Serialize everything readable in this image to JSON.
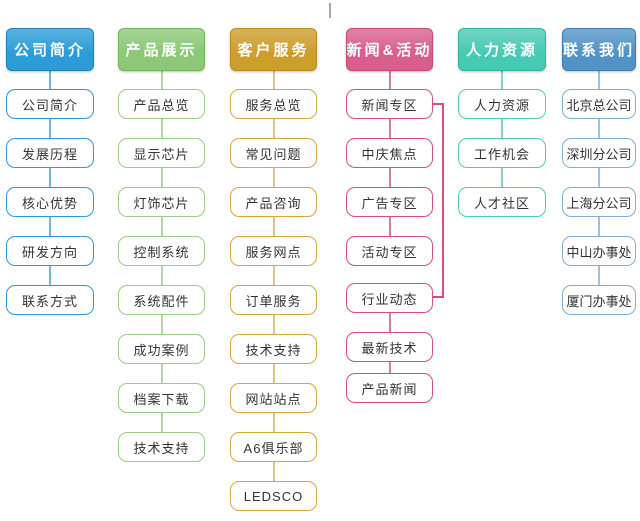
{
  "diagram": {
    "connector_stub_color": "#A8A8A8",
    "news_elbow_color": "#D5507E",
    "columns": [
      {
        "id": "company-profile",
        "header": "公司简介",
        "colors": {
          "header_bg": "#2B9CD8",
          "header_border": "#1F83B8",
          "item_border": "#2E9BD5",
          "line": "#6BBAE4"
        },
        "items": [
          "公司简介",
          "发展历程",
          "核心优势",
          "研发方向",
          "联系方式"
        ]
      },
      {
        "id": "products",
        "header": "产品展示",
        "colors": {
          "header_bg": "#8CC878",
          "header_border": "#74B562",
          "item_border": "#9CCC86",
          "line": "#B4D8A2"
        },
        "items": [
          "产品总览",
          "显示芯片",
          "灯饰芯片",
          "控制系统",
          "系统配件",
          "成功案例",
          "档案下载",
          "技术支持"
        ]
      },
      {
        "id": "customer-service",
        "header": "客户服务",
        "colors": {
          "header_bg": "#CC9E2B",
          "header_border": "#B88C1F",
          "item_border": "#D8A73C",
          "line": "#E2C383"
        },
        "items": [
          "服务总览",
          "常见问题",
          "产品咨询",
          "服务网点",
          "订单服务",
          "技术支持",
          "网站站点",
          "A6俱乐部",
          "LEDSCO"
        ]
      },
      {
        "id": "news-events",
        "header": "新闻&活动",
        "colors": {
          "header_bg": "#D75F8D",
          "header_border": "#C44A77",
          "item_border": "#D5507E",
          "line": "#DD7AA2"
        },
        "items": [
          "新闻专区",
          "中庆焦点",
          "广告专区",
          "活动专区",
          "行业动态",
          "最新技术",
          "产品新闻"
        ]
      },
      {
        "id": "human-resources",
        "header": "人力资源",
        "colors": {
          "header_bg": "#48C9B4",
          "header_border": "#2FB5A0",
          "item_border": "#4ACCB6",
          "line": "#7BD9C9"
        },
        "items": [
          "人力资源",
          "工作机会",
          "人才社区"
        ]
      },
      {
        "id": "contact-us",
        "header": "联系我们",
        "colors": {
          "header_bg": "#5193C6",
          "header_border": "#3D7FB2",
          "item_border": "#7FAFD9",
          "line": "#9CC2E2"
        },
        "items": [
          "北京总公司",
          "深圳分公司",
          "上海分公司",
          "中山办事处",
          "厦门办事处"
        ]
      }
    ]
  }
}
